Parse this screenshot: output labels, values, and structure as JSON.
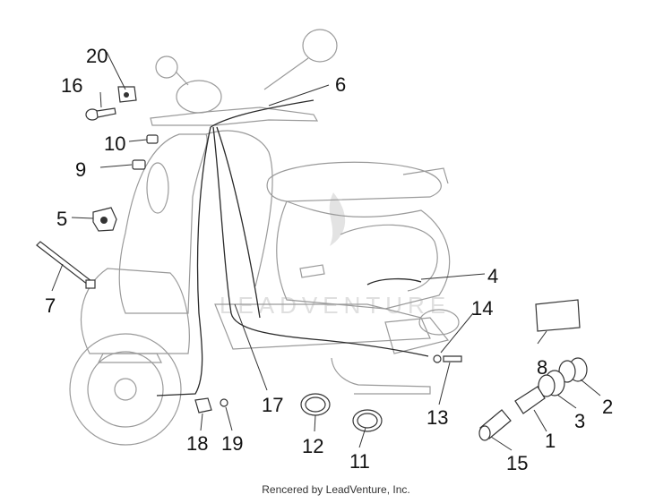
{
  "diagram": {
    "callouts": [
      "1",
      "2",
      "3",
      "4",
      "5",
      "6",
      "7",
      "8",
      "9",
      "10",
      "11",
      "12",
      "13",
      "14",
      "15",
      "16",
      "17",
      "18",
      "19",
      "20"
    ]
  },
  "watermark": {
    "text": "LEADVENTURE"
  },
  "footer": {
    "text": "Rencered by LeadVenture, Inc."
  }
}
